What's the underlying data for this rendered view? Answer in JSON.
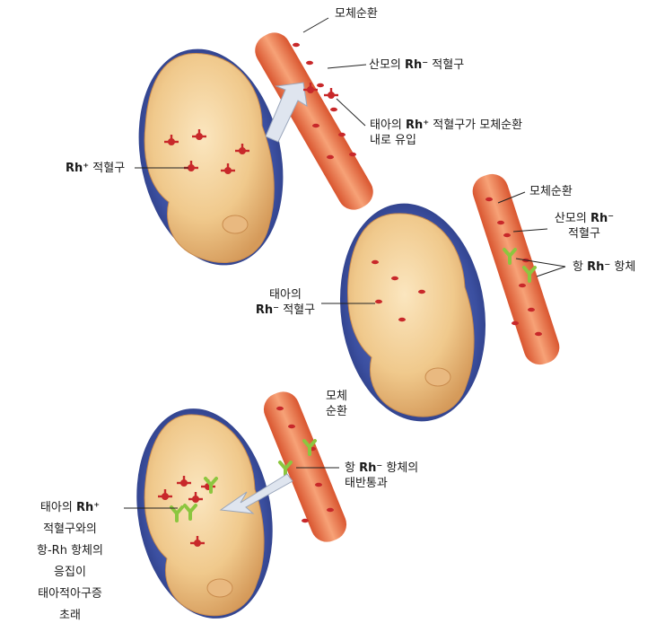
{
  "panel1": {
    "maternal_circulation": "모체순환",
    "maternal_rh_neg_prefix": "산모의 ",
    "maternal_rh_neg_rh": "Rh⁻",
    "maternal_rh_neg_suffix": " 적혈구",
    "fetal_rh_pos_line1_prefix": "태아의 ",
    "fetal_rh_pos_line1_rh": "Rh⁺",
    "fetal_rh_pos_line1_suffix": " 적혈구가 모체순환",
    "fetal_rh_pos_line2": "내로 유입",
    "rh_pos_rbc_rh": "Rh⁺",
    "rh_pos_rbc_suffix": " 적혈구"
  },
  "panel2": {
    "maternal_circulation": "모체순환",
    "maternal_rh_neg_line1_prefix": "산모의 ",
    "maternal_rh_neg_line1_rh": "Rh⁻",
    "maternal_rh_neg_line2": "적혈구",
    "anti_rh_prefix": "항 ",
    "anti_rh_rh": "Rh⁻",
    "anti_rh_suffix": " 항체",
    "fetal_line1": "태아의",
    "fetal_line2_rh": "Rh⁻",
    "fetal_line2_suffix": " 적혈구"
  },
  "panel3": {
    "maternal_line1": "모체",
    "maternal_line2": "순환",
    "transfer_line1_prefix": "항 ",
    "transfer_line1_rh": "Rh⁻",
    "transfer_line1_suffix": " 항체의",
    "transfer_line2": "태반통과",
    "agg_line1_prefix": "태아의 ",
    "agg_line1_rh": "Rh⁺",
    "agg_line2": "적혈구와의",
    "agg_line3": "항-Rh 항체의",
    "agg_line4": "응집이",
    "agg_line5": "태아적아구증",
    "agg_line6": "초래"
  },
  "colors": {
    "uterus": "#3b4fa0",
    "fetus": "#f0c98c",
    "vessel": "#e8784e",
    "rbc": "#c8282a",
    "antibody": "#8cc63f",
    "arrow": "#dfe5ef"
  }
}
